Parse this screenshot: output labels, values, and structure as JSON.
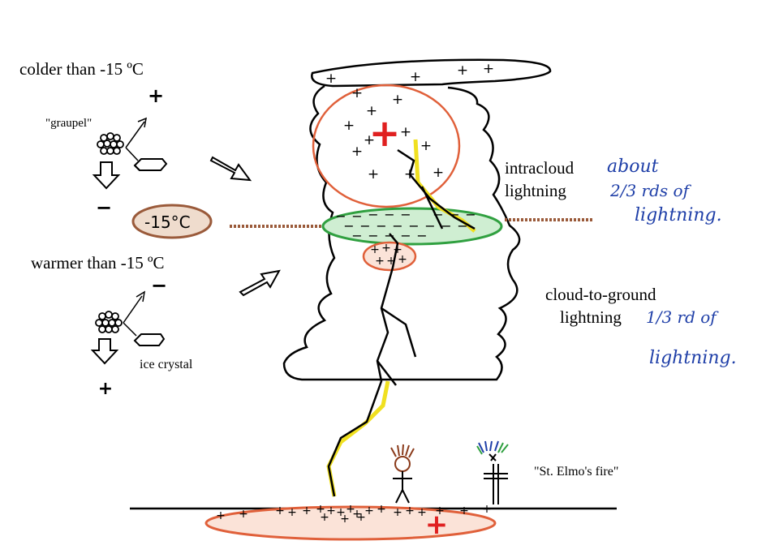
{
  "labels": {
    "colder": "colder than -15 ºC",
    "graupel": "\"graupel\"",
    "warmer": "warmer than -15 ºC",
    "ice_crystal": "ice crystal",
    "intracloud_line1": "intracloud",
    "intracloud_line2": "lightning",
    "ctg_line1": "cloud-to-ground",
    "ctg_line2": "lightning",
    "st_elmo": "\"St. Elmo's fire\"",
    "minus15": "-15°C"
  },
  "handwriting": {
    "intra_1": "about",
    "intra_2": "2/3 rds of",
    "intra_3": "lightning.",
    "ctg_1": "1/3 rd of",
    "ctg_2": "lightning."
  },
  "symbols": {
    "plus": "+",
    "minus": "−"
  },
  "colors": {
    "ink": "#000000",
    "red_pencil": "#e0603a",
    "bright_red": "#e02020",
    "green_pencil": "#30a040",
    "yellow": "#f0e020",
    "brown": "#9a5a3a",
    "blue_ink": "#1f3fa8"
  }
}
